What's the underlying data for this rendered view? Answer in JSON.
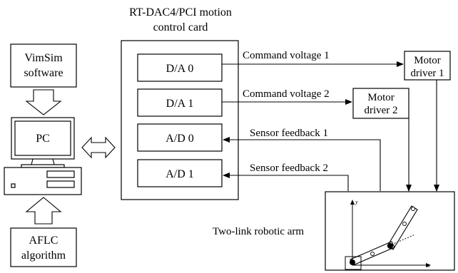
{
  "card": {
    "title_line1": "RT-DAC4/PCI motion",
    "title_line2": "control card",
    "ports": [
      "D/A 0",
      "D/A 1",
      "A/D 0",
      "A/D 1"
    ]
  },
  "software": {
    "line1": "VimSim",
    "line2": "software"
  },
  "pc": {
    "label": "PC"
  },
  "algorithm": {
    "line1": "AFLC",
    "line2": "algorithm"
  },
  "signals": {
    "cmd1": "Command voltage 1",
    "cmd2": "Command voltage 2",
    "fb1": "Sensor feedback 1",
    "fb2": "Sensor feedback 2"
  },
  "driver1": {
    "line1": "Motor",
    "line2": "driver 1"
  },
  "driver2": {
    "line1": "Motor",
    "line2": "driver 2"
  },
  "robot": {
    "label": "Two-link robotic arm",
    "axis_y": "y",
    "axis_x": "x"
  }
}
